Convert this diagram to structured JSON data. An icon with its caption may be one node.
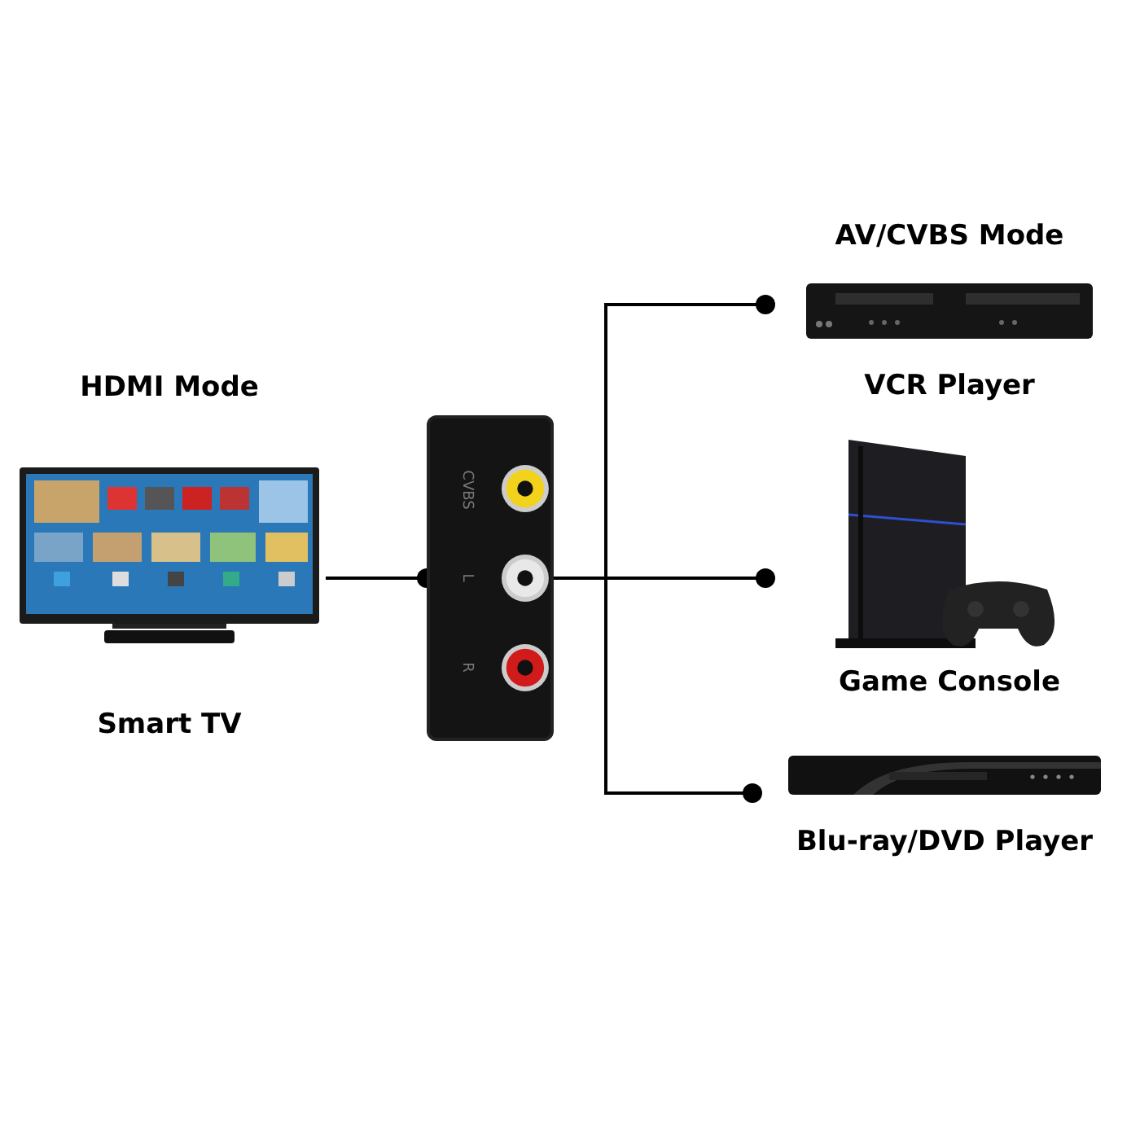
{
  "diagram": {
    "nodes": [
      {
        "text": [
          "HDMI Mode",
          "Smart TV"
        ]
      },
      {
        "text": [
          "CVBS",
          "L",
          "R"
        ]
      },
      {
        "text": [
          "AV/CVBS Mode",
          "VCR Player"
        ]
      },
      {
        "text": [
          "Game Console"
        ]
      },
      {
        "text": [
          "Blu-ray/DVD Player"
        ]
      }
    ],
    "edges": [
      {
        "from": 0,
        "to": 1,
        "arrow": "other"
      },
      {
        "from": 1,
        "to": 2,
        "arrow": "other"
      },
      {
        "from": 1,
        "to": 3,
        "arrow": "other"
      },
      {
        "from": 1,
        "to": 4,
        "arrow": "other"
      }
    ]
  }
}
